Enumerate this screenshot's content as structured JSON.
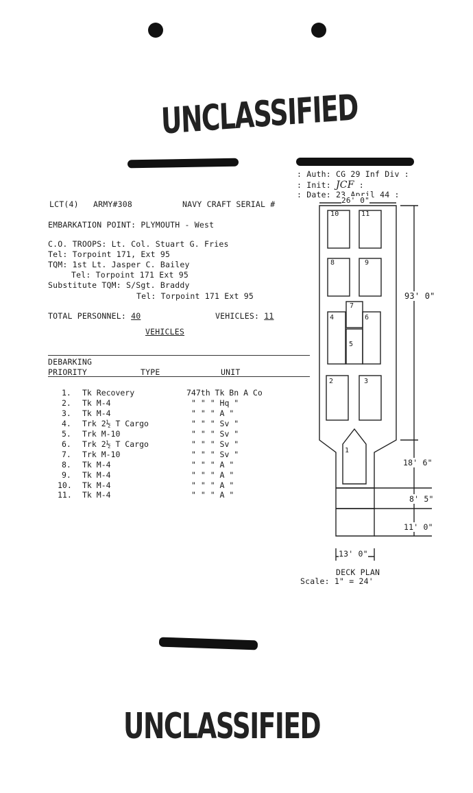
{
  "stamps": {
    "top": "UNCLASSIFIED",
    "bottom": "UNCLASSIFIED"
  },
  "auth_box": {
    "auth_label": "Auth:",
    "auth_value": "CG 29 Inf Div",
    "init_label": "Init:",
    "init_value": "JCF",
    "date_label": "Date:",
    "date_value": "23 April 44"
  },
  "header": {
    "lct": "LCT(4)",
    "army": "ARMY#308",
    "navy_label": "NAVY CRAFT SERIAL #",
    "embarkation_label": "EMBARKATION POINT:",
    "embarkation_value": "PLYMOUTH - West"
  },
  "contacts": {
    "co_troops": "C.O. TROOPS:  Lt. Col. Stuart G. Fries",
    "co_tel": "Tel: Torpoint 171, Ext 95",
    "tqm": "TQM: 1st Lt. Jasper C. Bailey",
    "tqm_tel": "Tel:  Torpoint 171  Ext 95",
    "sub_tqm": "Substitute TQM: S/Sgt. Braddy",
    "sub_tel": "Tel:  Torpoint 171  Ext 95"
  },
  "totals": {
    "personnel_label": "TOTAL PERSONNEL:",
    "personnel_value": "40",
    "vehicles_label": "VEHICLES:",
    "vehicles_value": "11",
    "section_title": "VEHICLES"
  },
  "table": {
    "headers": {
      "priority_1": "DEBARKING",
      "priority_2": "PRIORITY",
      "type": "TYPE",
      "unit": "UNIT"
    },
    "rows": [
      {
        "no": "1.",
        "type": "Tk Recovery",
        "unit": "747th Tk Bn  A Co"
      },
      {
        "no": "2.",
        "type": "Tk M-4",
        "unit": "\"   \"  \"  Hq  \""
      },
      {
        "no": "3.",
        "type": "Tk M-4",
        "unit": "\"   \"  \"   A  \""
      },
      {
        "no": "4.",
        "type": "Trk 2½ T Cargo",
        "unit": "\"   \"  \"  Sv  \""
      },
      {
        "no": "5.",
        "type": "Trk M-10",
        "unit": "\"   \"  \"  Sv  \""
      },
      {
        "no": "6.",
        "type": "Trk 2½ T Cargo",
        "unit": "\"   \"  \"  Sv  \""
      },
      {
        "no": "7.",
        "type": "Trk M-10",
        "unit": "\"   \"  \"  Sv  \""
      },
      {
        "no": "8.",
        "type": "Tk M-4",
        "unit": "\"   \"  \"   A  \""
      },
      {
        "no": "9.",
        "type": "Tk M-4",
        "unit": "\"   \"  \"   A  \""
      },
      {
        "no": "10.",
        "type": "Tk M-4",
        "unit": "\"   \"  \"   A  \""
      },
      {
        "no": "11.",
        "type": "Tk M-4",
        "unit": "\"   \"  \"   A  \""
      }
    ]
  },
  "deck_plan": {
    "width_label": "26' 0\"",
    "length_label": "93' 0\"",
    "dim_1": "18' 6\"",
    "dim_2": "8' 5\"",
    "dim_3": "11' 0\"",
    "ramp_width": "13' 0\"",
    "title": "DECK PLAN",
    "scale": "Scale: 1\" = 24'",
    "slots": [
      "10",
      "11",
      "8",
      "9",
      "7",
      "4",
      "6",
      "5",
      "2",
      "3",
      "1"
    ]
  }
}
